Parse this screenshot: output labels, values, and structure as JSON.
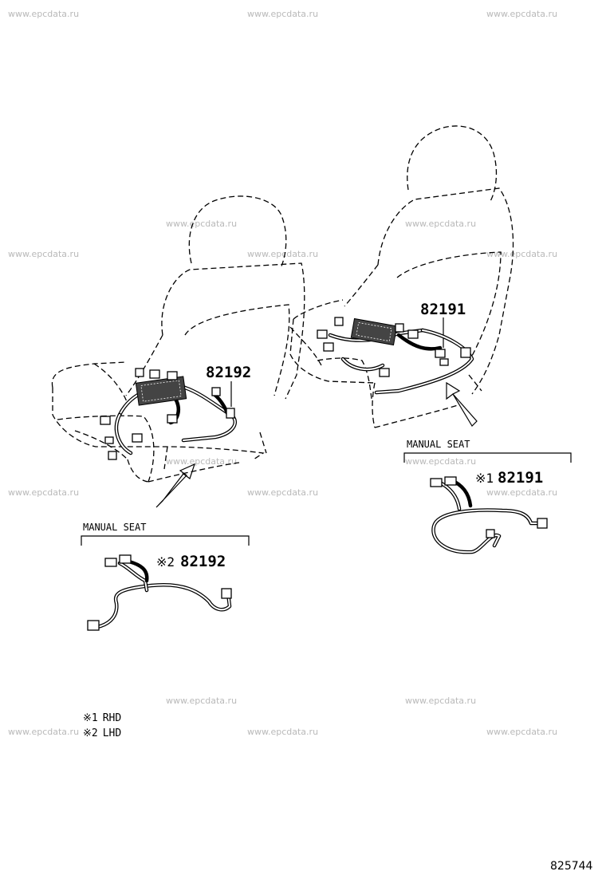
{
  "watermark": "www.epcdata.ru",
  "parts": {
    "left_seat_part": "82192",
    "right_seat_part": "82191",
    "manual_left_part": "82192",
    "manual_right_part": "82191",
    "manual_left_mark": "※2",
    "manual_right_mark": "※1"
  },
  "labels": {
    "manual_seat_left": "MANUAL SEAT",
    "manual_seat_right": "MANUAL SEAT"
  },
  "legend": [
    {
      "mark": "※1",
      "text": "RHD"
    },
    {
      "mark": "※2",
      "text": "LHD"
    }
  ],
  "diagram_id": "825744"
}
